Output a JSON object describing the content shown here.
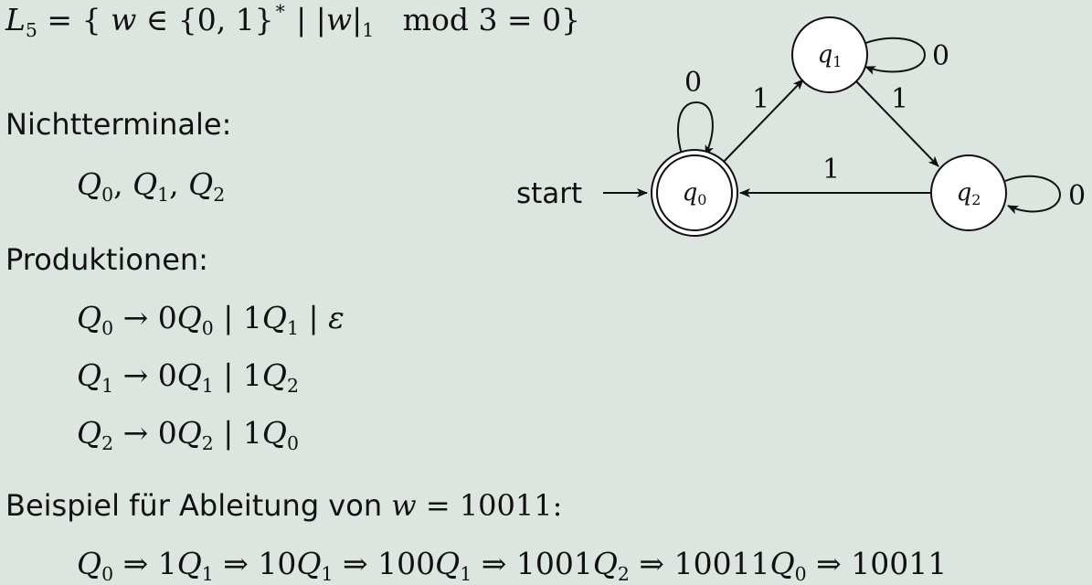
{
  "language": {
    "name": "L",
    "name_sub": "5",
    "eq": " = { ",
    "var": "w",
    "member": " ∈ {0, 1}",
    "star": "∗",
    "bar": " | |",
    "var2": "w",
    "count_close": "|",
    "count_sub": "1",
    "rest": "   mod 3 = 0}"
  },
  "nonterminals": {
    "heading": "Nichtterminale:",
    "items": [
      {
        "sym": "Q",
        "sub": "0",
        "sep": ", "
      },
      {
        "sym": "Q",
        "sub": "1",
        "sep": ", "
      },
      {
        "sym": "Q",
        "sub": "2",
        "sep": ""
      }
    ]
  },
  "productions": {
    "heading": "Produktionen:",
    "rules": [
      {
        "lhs": {
          "sym": "Q",
          "sub": "0"
        },
        "arrow": " → ",
        "alts": [
          {
            "prefix": "0",
            "sym": "Q",
            "sub": "0"
          },
          {
            "prefix": "1",
            "sym": "Q",
            "sub": "1"
          }
        ],
        "sep": " | ",
        "epsilon": "ε"
      },
      {
        "lhs": {
          "sym": "Q",
          "sub": "1"
        },
        "arrow": " → ",
        "alts": [
          {
            "prefix": "0",
            "sym": "Q",
            "sub": "1"
          },
          {
            "prefix": "1",
            "sym": "Q",
            "sub": "2"
          }
        ],
        "sep": " | "
      },
      {
        "lhs": {
          "sym": "Q",
          "sub": "2"
        },
        "arrow": " → ",
        "alts": [
          {
            "prefix": "0",
            "sym": "Q",
            "sub": "2"
          },
          {
            "prefix": "1",
            "sym": "Q",
            "sub": "0"
          }
        ],
        "sep": " | "
      }
    ]
  },
  "example": {
    "heading": "Beispiel für Ableitung von ",
    "var": "w",
    "value": " = 10011:",
    "steps": [
      {
        "prefix": "",
        "sym": "Q",
        "sub": "0"
      },
      {
        "prefix": "1",
        "sym": "Q",
        "sub": "1"
      },
      {
        "prefix": "10",
        "sym": "Q",
        "sub": "1"
      },
      {
        "prefix": "100",
        "sym": "Q",
        "sub": "1"
      },
      {
        "prefix": "1001",
        "sym": "Q",
        "sub": "2"
      },
      {
        "prefix": "10011",
        "sym": "Q",
        "sub": "0"
      },
      {
        "prefix": "10011",
        "sym": "",
        "sub": ""
      }
    ],
    "arrow": " ⇒ "
  },
  "automaton": {
    "start_label": "start",
    "states": [
      {
        "label": "q",
        "sub": "0",
        "accepting": true
      },
      {
        "label": "q",
        "sub": "1",
        "accepting": false
      },
      {
        "label": "q",
        "sub": "2",
        "accepting": false
      }
    ],
    "edge_labels": {
      "q0_q0": "0",
      "q0_q1": "1",
      "q1_q1": "0",
      "q1_q2": "1",
      "q2_q0": "1",
      "q2_q2": "0"
    }
  }
}
